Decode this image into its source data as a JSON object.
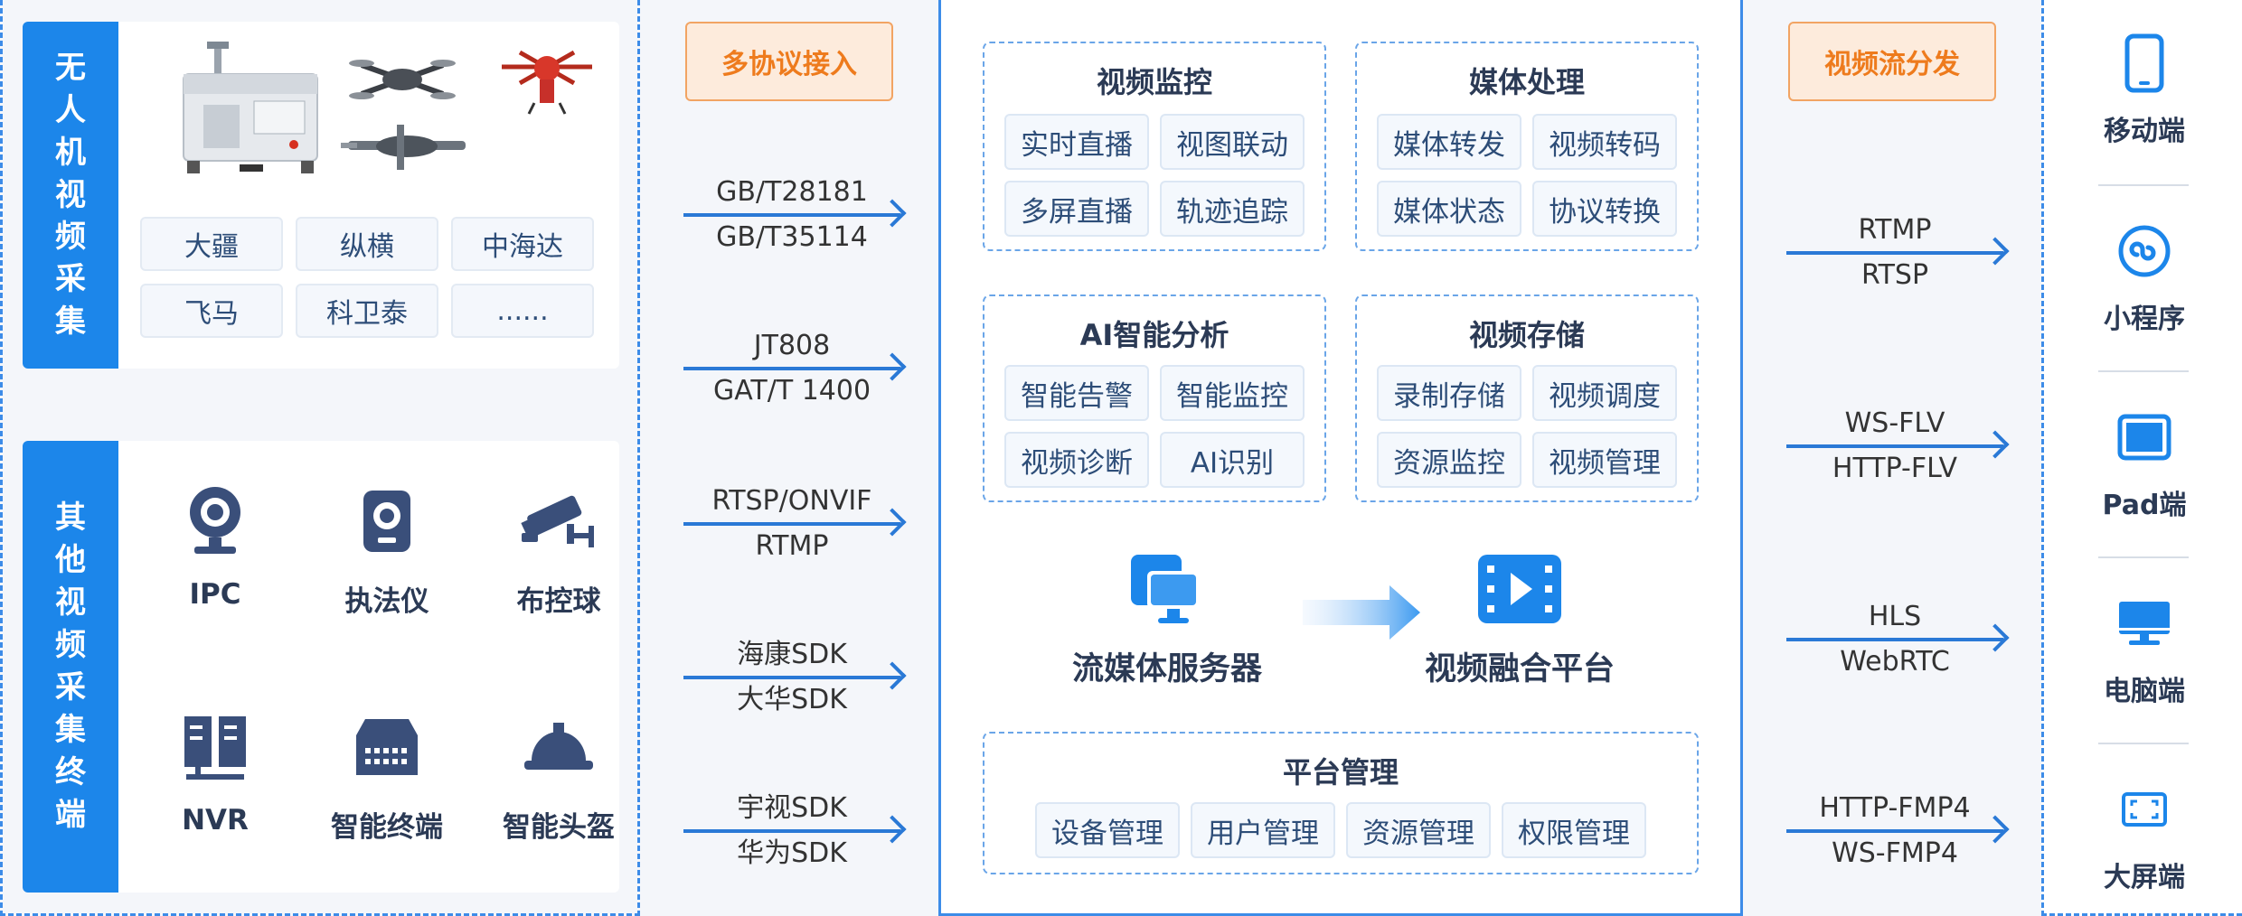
{
  "left": {
    "uav_group": {
      "label": "无人机视频采集",
      "brands": [
        "大疆",
        "纵横",
        "中海达",
        "飞马",
        "科卫泰",
        "......"
      ]
    },
    "other_group": {
      "label": "其他视频采集终端",
      "terminals": [
        {
          "label": "IPC",
          "icon": "webcam-icon"
        },
        {
          "label": "执法仪",
          "icon": "body-camera-icon"
        },
        {
          "label": "布控球",
          "icon": "surveillance-camera-icon"
        },
        {
          "label": "NVR",
          "icon": "server-rack-icon"
        },
        {
          "label": "智能终端",
          "icon": "network-switch-icon"
        },
        {
          "label": "智能头盔",
          "icon": "helmet-icon"
        }
      ]
    }
  },
  "ingest": {
    "header": "多协议接入",
    "protocols": [
      [
        "GB/T28181",
        "GB/T35114"
      ],
      [
        "JT808",
        "GAT/T 1400"
      ],
      [
        "RTSP/ONVIF",
        "RTMP"
      ],
      [
        "海康SDK",
        "大华SDK"
      ],
      [
        "宇视SDK",
        "华为SDK"
      ]
    ]
  },
  "center": {
    "modules": [
      {
        "title": "视频监控",
        "items": [
          "实时直播",
          "视图联动",
          "多屏直播",
          "轨迹追踪"
        ]
      },
      {
        "title": "媒体处理",
        "items": [
          "媒体转发",
          "视频转码",
          "媒体状态",
          "协议转换"
        ]
      },
      {
        "title": "AI智能分析",
        "items": [
          "智能告警",
          "智能监控",
          "视频诊断",
          "AI识别"
        ]
      },
      {
        "title": "视频存储",
        "items": [
          "录制存储",
          "视频调度",
          "资源监控",
          "视频管理"
        ]
      }
    ],
    "streaming_server": "流媒体服务器",
    "fusion_platform": "视频融合平台",
    "platform": {
      "title": "平台管理",
      "items": [
        "设备管理",
        "用户管理",
        "资源管理",
        "权限管理"
      ]
    }
  },
  "distribute": {
    "header": "视频流分发",
    "protocols": [
      [
        "RTMP",
        "RTSP"
      ],
      [
        "WS-FLV",
        "HTTP-FLV"
      ],
      [
        "HLS",
        "WebRTC"
      ],
      [
        "HTTP-FMP4",
        "WS-FMP4"
      ]
    ]
  },
  "endpoints": [
    {
      "label": "移动端",
      "icon": "smartphone-icon"
    },
    {
      "label": "小程序",
      "icon": "mini-program-icon"
    },
    {
      "label": "Pad端",
      "icon": "tablet-icon"
    },
    {
      "label": "电脑端",
      "icon": "desktop-monitor-icon"
    },
    {
      "label": "大屏端",
      "icon": "large-screen-icon"
    }
  ],
  "colors": {
    "primary": "#1c86ea",
    "accent_orange": "#ee7b1d",
    "icon_navy": "#3a4f7a"
  }
}
